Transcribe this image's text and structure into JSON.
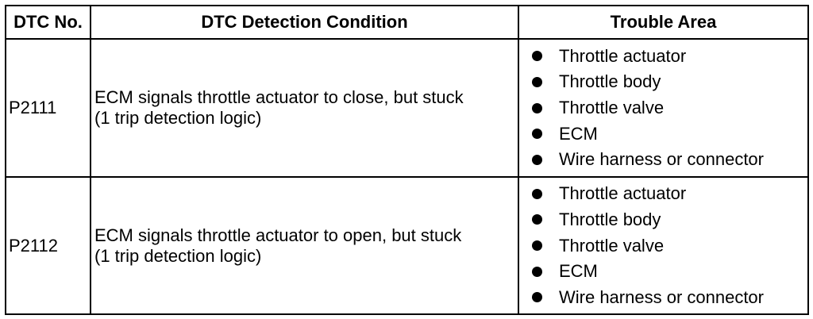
{
  "table": {
    "headers": {
      "code": "DTC No.",
      "condition": "DTC Detection Condition",
      "area": "Trouble Area"
    },
    "rows": [
      {
        "code": "P2111",
        "condition_lines": [
          "ECM signals throttle actuator to close, but stuck",
          "(1 trip detection logic)"
        ],
        "areas": [
          "Throttle actuator",
          "Throttle body",
          "Throttle valve",
          "ECM",
          "Wire harness or connector"
        ]
      },
      {
        "code": "P2112",
        "condition_lines": [
          "ECM signals throttle actuator to open, but stuck",
          "(1 trip detection logic)"
        ],
        "areas": [
          "Throttle actuator",
          "Throttle body",
          "Throttle valve",
          "ECM",
          "Wire harness or connector"
        ]
      }
    ]
  },
  "icons": {
    "bullet": "filled-circle-bullet-icon"
  },
  "colors": {
    "text": "#000000",
    "border": "#000000",
    "background": "#ffffff"
  }
}
